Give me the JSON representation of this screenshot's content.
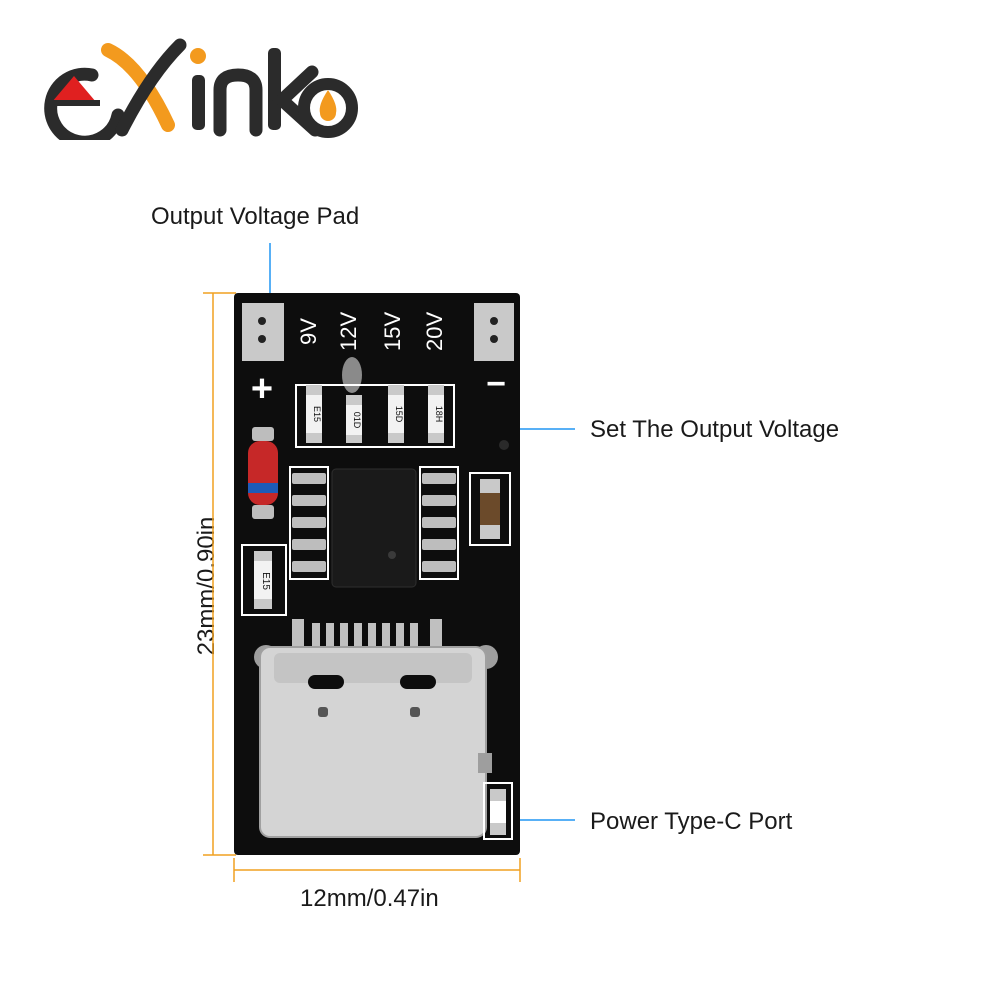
{
  "brand": {
    "logo_text": "exinko",
    "colors": {
      "orange": "#f39a1e",
      "dark": "#2b2b2b",
      "red": "#e02020"
    }
  },
  "callouts": {
    "output_pad": "Output Voltage Pad",
    "set_voltage": "Set The Output Voltage",
    "type_c": "Power Type-C Port"
  },
  "dimensions": {
    "height": "23mm/0.90in",
    "width": "12mm/0.47in",
    "line_color": "#f0a020",
    "callout_line_color": "#2196f3"
  },
  "board": {
    "plus": "+",
    "minus": "−",
    "voltages": [
      "9V",
      "12V",
      "15V",
      "20V"
    ],
    "resistor_codes": [
      "E15",
      "01D",
      "15D",
      "18H"
    ],
    "diode_code": "E15"
  }
}
